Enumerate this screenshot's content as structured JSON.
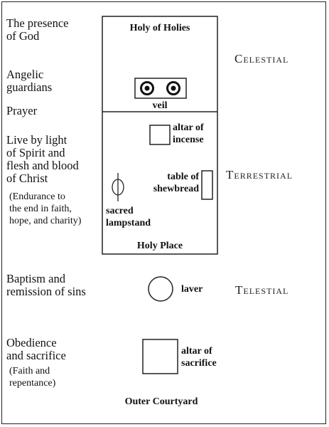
{
  "left_labels": {
    "presence": [
      "The presence",
      "of God"
    ],
    "angelic": [
      "Angelic",
      "guardians"
    ],
    "prayer": "Prayer",
    "live": [
      "Live by light",
      "of Spirit and",
      "flesh and blood",
      "of Christ"
    ],
    "endurance": [
      "(Endurance to",
      "the end in faith,",
      "hope, and charity)"
    ],
    "baptism": [
      "Baptism and",
      "remission of sins"
    ],
    "obedience": [
      "Obedience",
      "and sacrifice"
    ],
    "faith": [
      "(Faith and",
      "repentance)"
    ]
  },
  "temple": {
    "holy_of_holies": "Holy of Holies",
    "veil": "veil",
    "altar_incense": [
      "altar of",
      "incense"
    ],
    "table_shewbread": [
      "table of",
      "shewbread"
    ],
    "lampstand": [
      "sacred",
      "lampstand"
    ],
    "holy_place": "Holy Place",
    "laver": "laver",
    "altar_sacrifice": [
      "altar of",
      "sacrifice"
    ],
    "outer_courtyard": "Outer Courtyard"
  },
  "realms": {
    "celestial": "Celestial",
    "terrestrial": "Terrestrial",
    "telestial": "Telestial"
  }
}
